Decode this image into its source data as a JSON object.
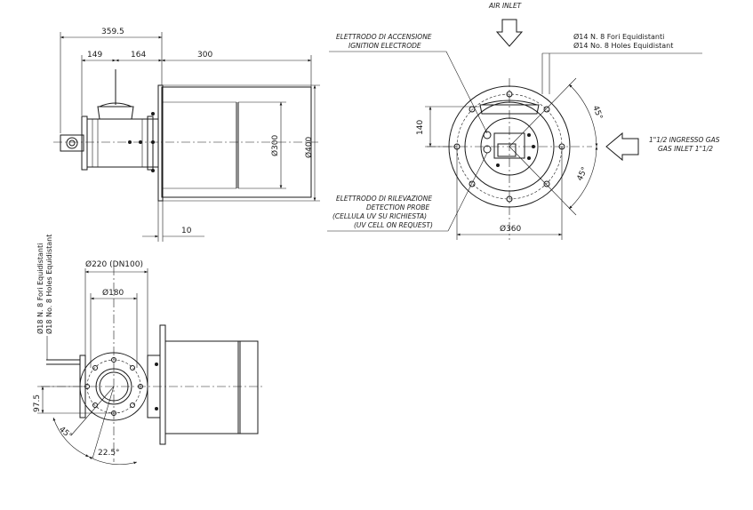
{
  "dimensions": {
    "overall_length": "359.5",
    "d149": "149",
    "d164": "164",
    "d300_len": "300",
    "d10": "10",
    "dia300": "Ø300",
    "dia400": "Ø400",
    "d140": "140",
    "dia360": "Ø360",
    "angle45_top": "45°",
    "angle45_side": "45°",
    "dia220": "Ø220 (DN100)",
    "dia180": "Ø180",
    "d97_5": "97.5",
    "angle45_bottom": "45°",
    "angle22_5": "22.5°"
  },
  "labels": {
    "air_inlet": "AIR INLET",
    "ignition_it": "ELETTRODO DI ACCENSIONE",
    "ignition_en": "IGNITION ELECTRODE",
    "holes14_it": "Ø14  N. 8  Fori  Equidistanti",
    "holes14_en": "Ø14  No. 8  Holes  Equidistant",
    "gas_it": "1\"1/2 INGRESSO GAS",
    "gas_en": "GAS INLET 1\"1/2",
    "probe_it": "ELETTRODO DI RILEVAZIONE",
    "probe_en": "DETECTION PROBE",
    "uv_it": "(CELLULA UV SU RICHIESTA)",
    "uv_en": "(UV CELL ON REQUEST)",
    "holes18_it": "Ø18  N. 8  Fori  Equidistanti",
    "holes18_en": "Ø18  No. 8  Holes  Equidistant"
  }
}
